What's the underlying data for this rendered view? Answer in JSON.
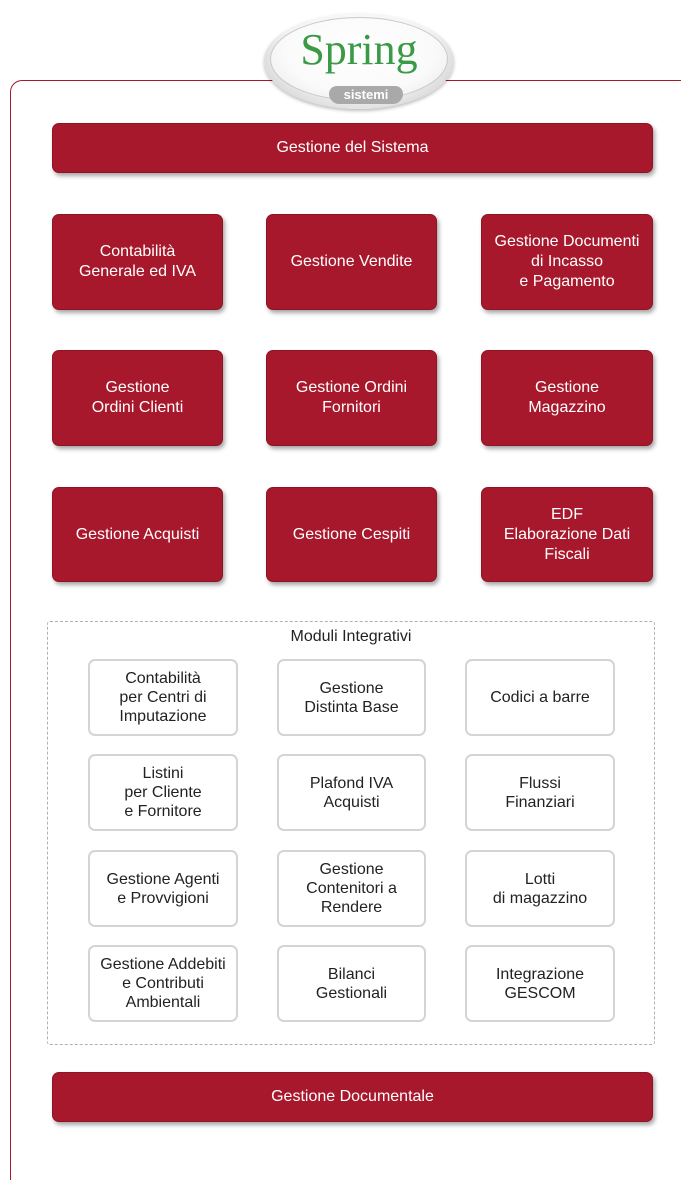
{
  "logo": {
    "title": "Spring",
    "subtitle": "sistemi"
  },
  "top_bar": {
    "label": "Gestione del Sistema"
  },
  "main_modules": [
    "Contabilità\nGenerale ed IVA",
    "Gestione Vendite",
    "Gestione Documenti\ndi Incasso\ne Pagamento",
    "Gestione\nOrdini Clienti",
    "Gestione Ordini\nFornitori",
    "Gestione\nMagazzino",
    "Gestione Acquisti",
    "Gestione Cespiti",
    "EDF\nElaborazione Dati\nFiscali"
  ],
  "integrative": {
    "title": "Moduli Integrativi",
    "items": [
      "Contabilità\nper Centri di\nImputazione",
      "Gestione\nDistinta Base",
      "Codici a barre",
      "Listini\nper Cliente\ne Fornitore",
      "Plafond IVA\nAcquisti",
      "Flussi\nFinanziari",
      "Gestione Agenti\ne Provvigioni",
      "Gestione\nContenitori a\nRendere",
      "Lotti\ndi magazzino",
      "Gestione Addebiti\ne Contributi\nAmbientali",
      "Bilanci\nGestionali",
      "Integrazione\nGESCOM"
    ]
  },
  "bottom_bar": {
    "label": "Gestione Documentale"
  },
  "colors": {
    "accent": "#a8182c",
    "logo_green": "#3a9a45",
    "module_border": "#d4d4d4"
  }
}
